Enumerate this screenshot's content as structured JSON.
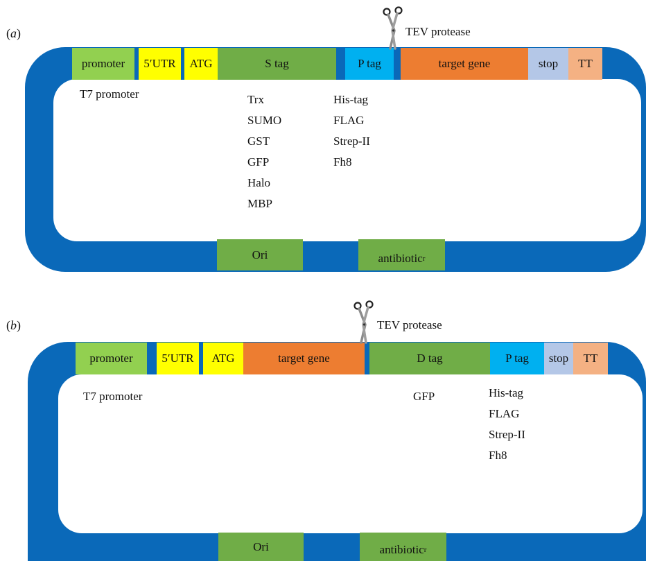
{
  "panels": [
    {
      "label": "a",
      "segments": [
        {
          "name": "promoter",
          "label": "promoter",
          "color": "#92d050"
        },
        {
          "name": "utr",
          "label": "5′UTR",
          "color": "#ffff00"
        },
        {
          "name": "atg",
          "label": "ATG",
          "color": "#ffff00"
        },
        {
          "name": "s-tag",
          "label": "S tag",
          "color": "#70ad47"
        },
        {
          "name": "p-tag",
          "label": "P tag",
          "color": "#00b0f0"
        },
        {
          "name": "target-gene",
          "label": "target gene",
          "color": "#ed7d31"
        },
        {
          "name": "stop",
          "label": "stop",
          "color": "#b4c7e7"
        },
        {
          "name": "tt",
          "label": "TT",
          "color": "#f4b183"
        }
      ],
      "promoter_note": "T7 promoter",
      "s_tag_options": [
        "Trx",
        "SUMO",
        "GST",
        "GFP",
        "Halo",
        "MBP"
      ],
      "p_tag_options": [
        "His-tag",
        "FLAG",
        "Strep-II",
        "Fh8"
      ],
      "protease": "TEV protease",
      "ori": "Ori",
      "antibiotic": "antibiotic",
      "antibiotic_sup": "r"
    },
    {
      "label": "b",
      "segments": [
        {
          "name": "promoter",
          "label": "promoter",
          "color": "#92d050"
        },
        {
          "name": "utr",
          "label": "5′UTR",
          "color": "#ffff00"
        },
        {
          "name": "atg",
          "label": "ATG",
          "color": "#ffff00"
        },
        {
          "name": "target-gene",
          "label": "target gene",
          "color": "#ed7d31"
        },
        {
          "name": "d-tag",
          "label": "D tag",
          "color": "#70ad47"
        },
        {
          "name": "p-tag",
          "label": "P tag",
          "color": "#00b0f0"
        },
        {
          "name": "stop",
          "label": "stop",
          "color": "#b4c7e7"
        },
        {
          "name": "tt",
          "label": "TT",
          "color": "#f4b183"
        }
      ],
      "promoter_note": "T7 promoter",
      "d_tag_options": [
        "GFP"
      ],
      "p_tag_options": [
        "His-tag",
        "FLAG",
        "Strep-II",
        "Fh8"
      ],
      "protease": "TEV protease",
      "ori": "Ori",
      "antibiotic": "antibiotic",
      "antibiotic_sup": "r"
    }
  ],
  "colors": {
    "backbone": "#0a69b9",
    "ori": "#70ad47",
    "antibiotic": "#70ad47"
  }
}
